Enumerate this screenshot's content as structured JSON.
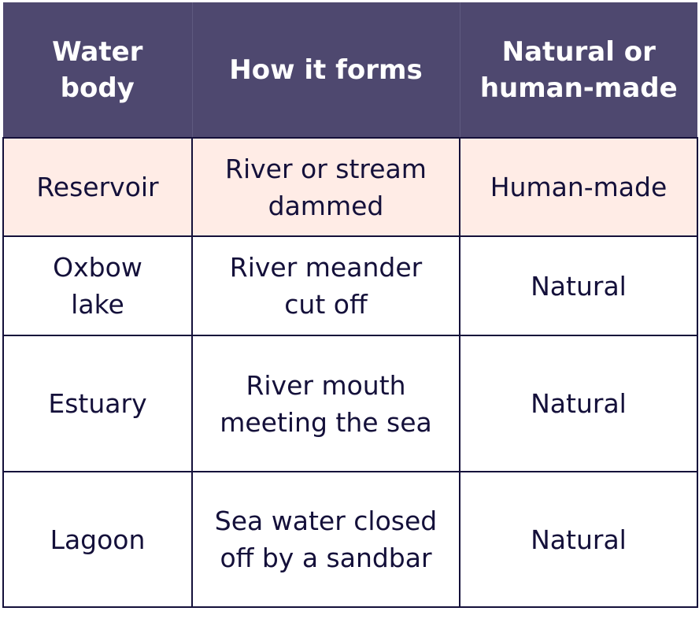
{
  "table": {
    "headers": [
      "Water body",
      "How it forms",
      "Natural or human-made"
    ],
    "rows": [
      [
        "Reservoir",
        "River or stream dammed",
        "Human-made"
      ],
      [
        "Oxbow lake",
        "River meander cut off",
        "Natural"
      ],
      [
        "Estuary",
        "River mouth meeting the sea",
        "Natural"
      ],
      [
        "Lagoon",
        "Sea water closed off by a sandbar",
        "Natural"
      ]
    ],
    "colors": {
      "header_bg": "#4e486f",
      "header_text": "#ffffff",
      "highlight_row_bg": "#ffece6",
      "text": "#14103a"
    }
  }
}
